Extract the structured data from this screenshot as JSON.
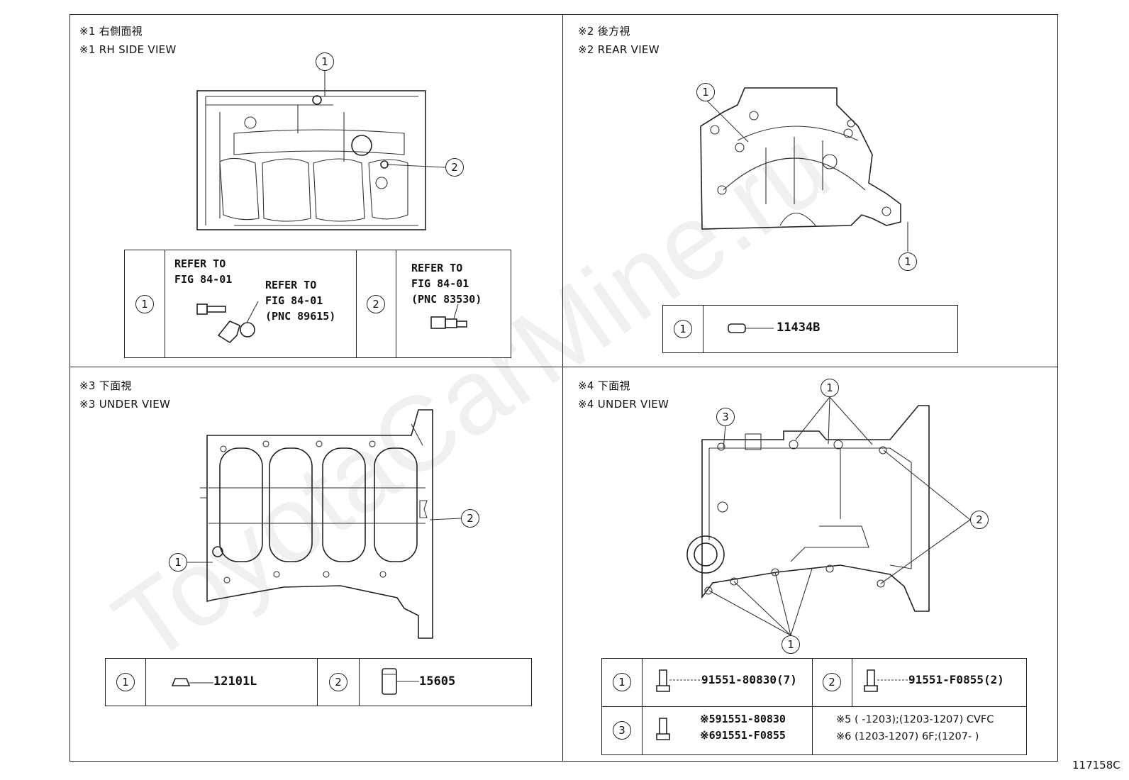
{
  "watermark": "ToyotaCarMine.ru",
  "figure_id": "117158C",
  "panels": [
    {
      "caption_jp": "※1 右側面視",
      "caption_en": "※1 RH SIDE VIEW",
      "callouts": [
        "1",
        "2"
      ],
      "table": [
        {
          "num": "1",
          "ref1": "REFER TO\nFIG 84-01",
          "ref2": "REFER TO\nFIG 84-01\n(PNC 89615)"
        },
        {
          "num": "2",
          "ref1": "REFER TO\nFIG 84-01\n(PNC 83530)"
        }
      ]
    },
    {
      "caption_jp": "※2 後方視",
      "caption_en": "※2 REAR VIEW",
      "callouts": [
        "1",
        "1"
      ],
      "table": [
        {
          "num": "1",
          "part": "11434B"
        }
      ]
    },
    {
      "caption_jp": "※3 下面視",
      "caption_en": "※3 UNDER VIEW",
      "callouts": [
        "1",
        "2"
      ],
      "table": [
        {
          "num": "1",
          "part": "12101L"
        },
        {
          "num": "2",
          "part": "15605"
        }
      ]
    },
    {
      "caption_jp": "※4 下面視",
      "caption_en": "※4 UNDER VIEW",
      "callouts": [
        "1",
        "1",
        "2",
        "3"
      ],
      "table": [
        {
          "num": "1",
          "part": "91551-80830(7)"
        },
        {
          "num": "2",
          "part": "91551-F0855(2)"
        },
        {
          "num": "3",
          "part_a": "※591551-80830",
          "part_b": "※691551-F0855"
        }
      ],
      "notes": [
        "※5 (      -1203);(1203-1207) CVFC",
        "※6 (1203-1207) 6F;(1207-      )"
      ]
    }
  ]
}
